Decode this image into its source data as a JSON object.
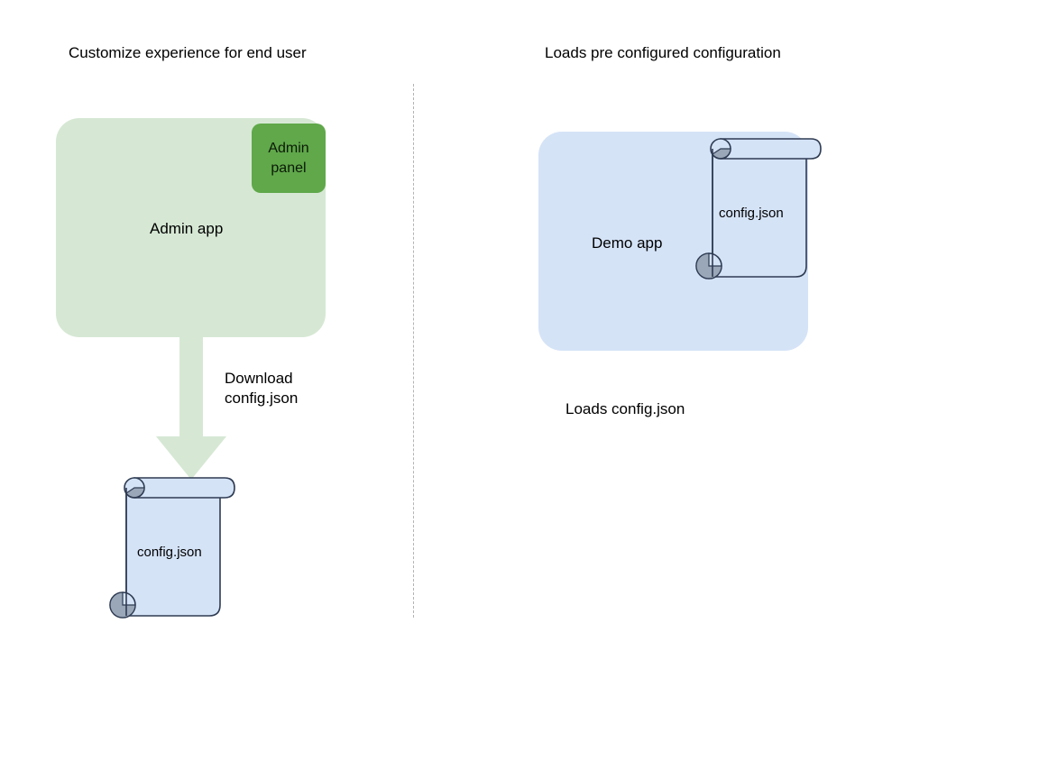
{
  "diagram": {
    "background_color": "#ffffff",
    "divider": {
      "style": "dashed",
      "color": "#b3b3b3"
    },
    "columns": [
      {
        "id": "left",
        "title": "Customize experience for end user",
        "app": {
          "label": "Admin app",
          "fill": "#d6e8d4",
          "badge": {
            "line1": "Admin",
            "line2": "panel",
            "fill": "#60a84a"
          }
        },
        "arrow": {
          "label_line1": "Download",
          "label_line2": "config.json",
          "fill": "#d6e8d4",
          "direction": "down"
        },
        "document": {
          "label": "config.json",
          "fill": "#d5e3f7",
          "stroke": "#2e3b52",
          "curl_fill": "#9aa7b8"
        }
      },
      {
        "id": "right",
        "title": "Loads pre configured configuration",
        "app": {
          "label": "Demo app",
          "fill": "#d5e3f7"
        },
        "document": {
          "label": "config.json",
          "fill": "#d5e3f7",
          "stroke": "#2e3b52",
          "curl_fill": "#9aa7b8"
        },
        "caption": "Loads config.json"
      }
    ]
  }
}
